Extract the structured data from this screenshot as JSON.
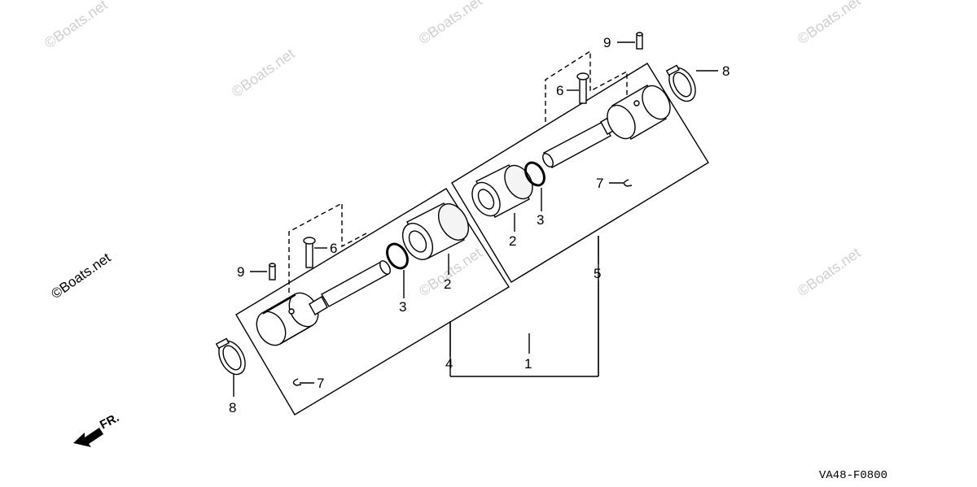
{
  "watermarks": {
    "w1": "©Boats.net",
    "w2": "©Boats.net",
    "w3": "©Boats.net",
    "w4": "©Boats.net",
    "w5": "©Boats.net",
    "w6": "©Boats.net",
    "w7": "©Boats.net"
  },
  "callouts": {
    "c1": "1",
    "c2a": "2",
    "c2b": "2",
    "c3a": "3",
    "c3b": "3",
    "c4": "4",
    "c5": "5",
    "c6a": "6",
    "c6b": "6",
    "c7a": "7",
    "c7b": "7",
    "c8a": "8",
    "c8b": "8",
    "c9a": "9",
    "c9b": "9"
  },
  "direction_label": "FR.",
  "diagram_code": "VA48-F0800"
}
